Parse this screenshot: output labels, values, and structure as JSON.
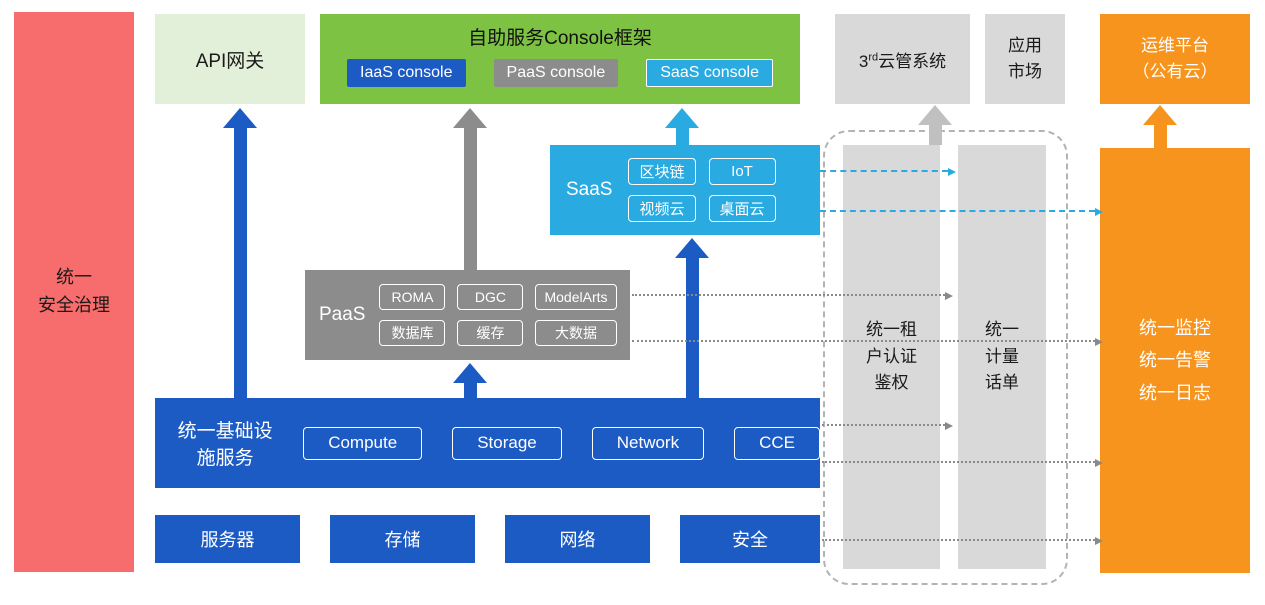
{
  "colors": {
    "security_red": "#f76c6c",
    "gateway_light_green": "#e2f0d9",
    "console_green": "#7dc242",
    "iaas_blue": "#1d5bc4",
    "paas_gray": "#8c8c8c",
    "pillar_light_gray": "#d9d9d9",
    "saas_cyan": "#29abe2",
    "ops_orange": "#f7941d"
  },
  "security_bar": {
    "label": "统一\n安全治理"
  },
  "api_gateway": {
    "label": "API网关"
  },
  "console_framework": {
    "title": "自助服务Console框架",
    "iaas_console": "IaaS console",
    "paas_console": "PaaS console",
    "saas_console": "SaaS console"
  },
  "third_cloud": {
    "prefix": "3",
    "sup": "rd",
    "suffix": "云管系统"
  },
  "app_market": {
    "label": "应用\n市场"
  },
  "ops_platform": {
    "label": "运维平台\n（公有云）"
  },
  "saas": {
    "label": "SaaS",
    "items": [
      "区块链",
      "IoT",
      "视频云",
      "桌面云"
    ]
  },
  "paas": {
    "label": "PaaS",
    "items": [
      "ROMA",
      "DGC",
      "ModelArts",
      "数据库",
      "缓存",
      "大数据"
    ]
  },
  "infra": {
    "label": "统一基础设施服务",
    "items": [
      "Compute",
      "Storage",
      "Network",
      "CCE"
    ]
  },
  "hardware": {
    "items": [
      "服务器",
      "存储",
      "网络",
      "安全"
    ]
  },
  "auth_bar": {
    "label": "统一租\n户认证\n鉴权"
  },
  "metering_bar": {
    "label": "统一\n计量\n话单"
  },
  "monitoring_bar": {
    "label": "统一监控\n统一告警\n统一日志"
  }
}
